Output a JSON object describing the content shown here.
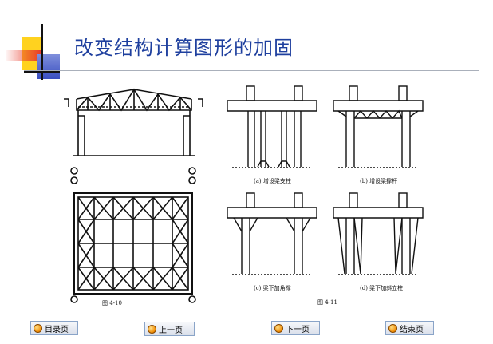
{
  "title": "改变结构计算图形的加固",
  "figure_left": {
    "caption": "图 4-10"
  },
  "figure_right": {
    "caption": "图 4-11",
    "panels": [
      {
        "label": "(a) 增设梁支柱"
      },
      {
        "label": "(b) 增设梁撑杆"
      },
      {
        "label": "(c) 梁下加角撑"
      },
      {
        "label": "(d) 梁下加斜立柱"
      }
    ]
  },
  "nav": [
    {
      "label": "目录页"
    },
    {
      "label": "上一页"
    },
    {
      "label": "下一页"
    },
    {
      "label": "结束页"
    }
  ],
  "colors": {
    "title": "#1e3f9e",
    "deco_yellow": "#ffd21f",
    "deco_red": "#e8392a",
    "deco_blue": "#3a4fc0",
    "button_icon": "#f08a00"
  }
}
